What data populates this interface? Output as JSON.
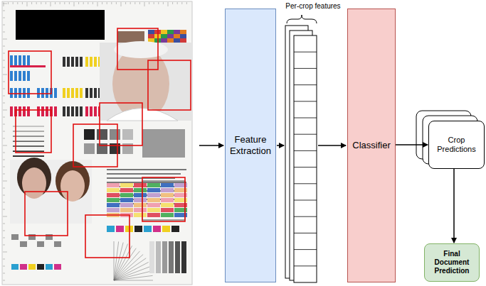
{
  "diagram": {
    "nodes": [
      {
        "text": [
          "Feature Extraction"
        ]
      },
      {
        "text": [
          "Classifier"
        ]
      },
      {
        "text": [
          "Crop Predictions"
        ]
      },
      {
        "text": [
          "Final Document Prediction"
        ]
      }
    ],
    "edges": [
      {
        "from": 1,
        "to": 2,
        "arrow": "to"
      },
      {
        "from": 2,
        "to": 3,
        "arrow": "to"
      }
    ],
    "labels": [
      "Per-crop features"
    ]
  }
}
